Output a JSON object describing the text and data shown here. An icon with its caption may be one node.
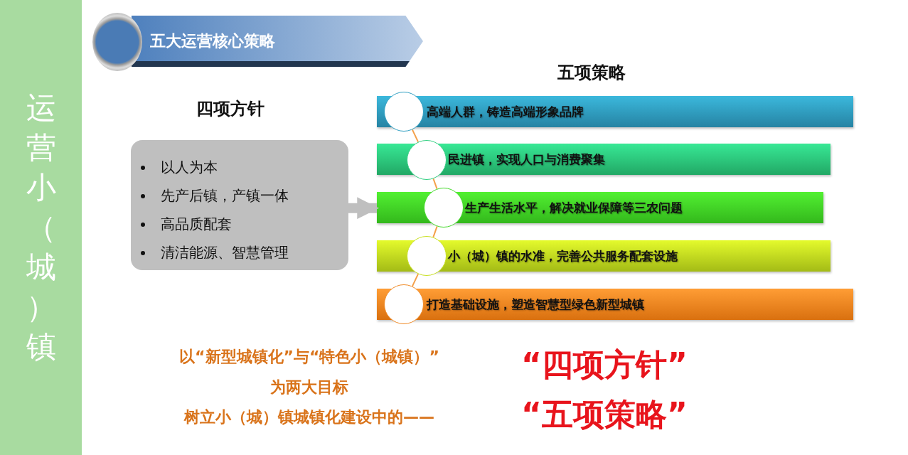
{
  "diagram": {
    "nodes": [
      {
        "text": [
          "运营小（城）镇"
        ]
      },
      {
        "text": [
          "五大运营核心策略"
        ]
      },
      {
        "text": [
          "四项方针",
          "以人为本",
          "先产后镇，产镇一体",
          "高品质配套",
          "清洁能源、智慧管理"
        ]
      },
      {
        "text": [
          "高端人群，铸造高端形象品牌"
        ]
      },
      {
        "text": [
          "民进镇，实现人口与消费聚集"
        ]
      },
      {
        "text": [
          "生产生活水平，解决就业保障等三农问题"
        ]
      },
      {
        "text": [
          "小（城）镇的水准，完善公共服务配套设施"
        ]
      },
      {
        "text": [
          "打造基础设施，塑造智慧型绿色新型城镇"
        ]
      },
      {
        "text": [],
        "shape": "circle"
      },
      {
        "text": [],
        "shape": "circle"
      },
      {
        "text": [],
        "shape": "circle"
      },
      {
        "text": [],
        "shape": "circle"
      },
      {
        "text": [],
        "shape": "circle"
      }
    ],
    "edges": [
      {
        "from": 2,
        "to": 5,
        "arrow": "to",
        "style": "thick",
        "color": "#bfbfbf"
      },
      {
        "from": 8,
        "to": 9,
        "arrow": "none"
      },
      {
        "from": 9,
        "to": 10,
        "arrow": "none"
      },
      {
        "from": 10,
        "to": 11,
        "arrow": "none"
      },
      {
        "from": 11,
        "to": 12,
        "arrow": "none"
      }
    ],
    "labels": [
      "五项策略",
      "以“新型城镇化”与“特色小（城镇）”",
      "为两大目标",
      "树立小（城）镇城镇化建设中的——",
      "“四项方针”",
      "“五项策略”"
    ]
  }
}
